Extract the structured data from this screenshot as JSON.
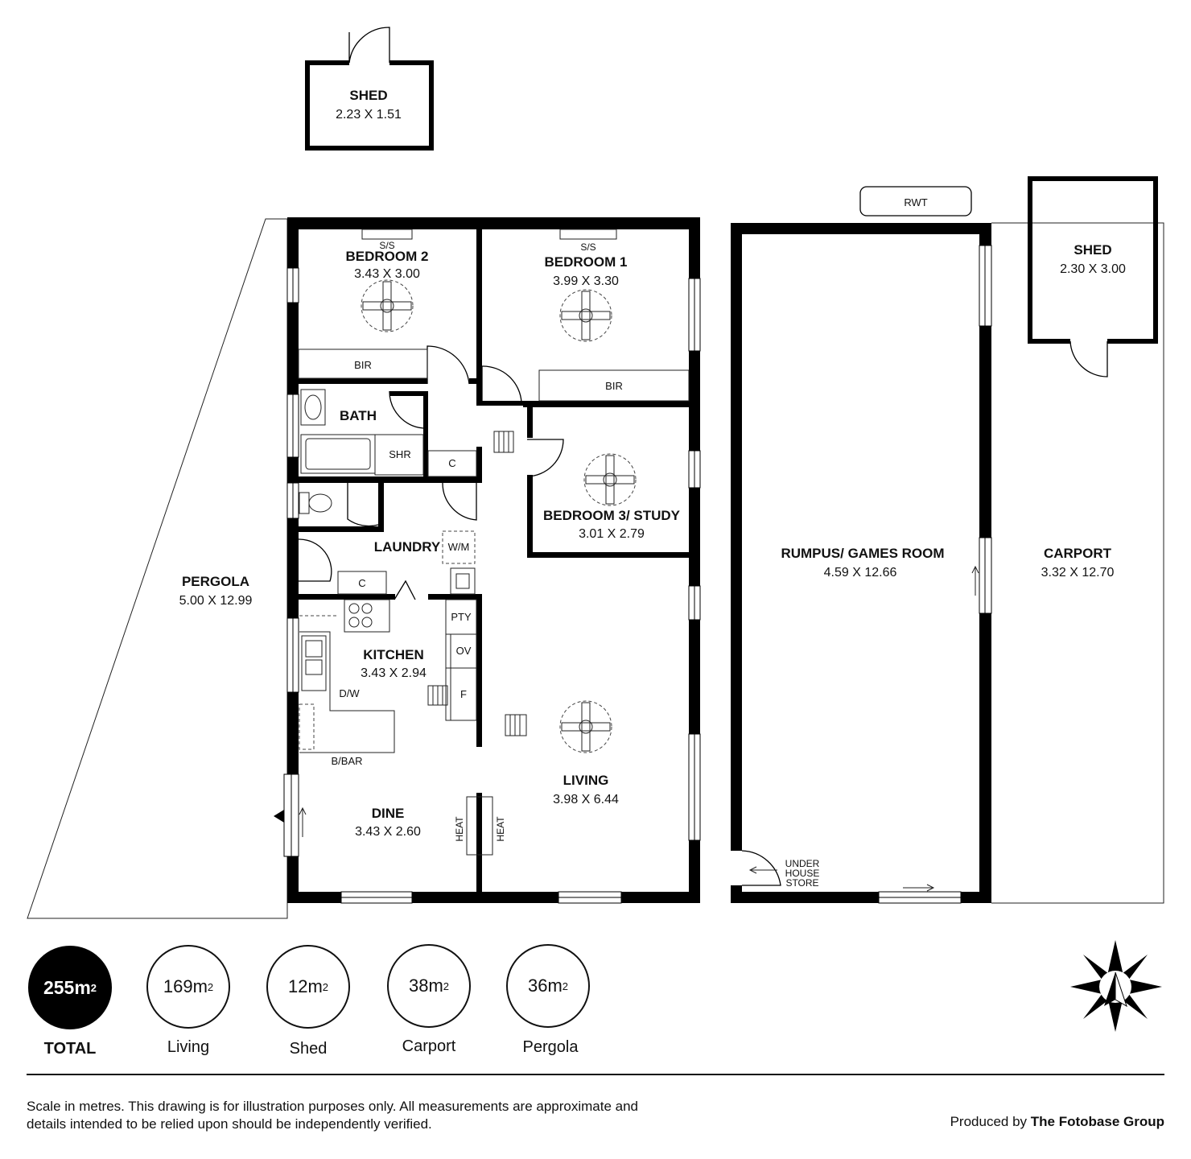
{
  "rooms": {
    "shed_top": {
      "name": "SHED",
      "dims": "2.23 X 1.51"
    },
    "bedroom2": {
      "name": "BEDROOM 2",
      "dims": "3.43 X 3.00"
    },
    "bedroom1": {
      "name": "BEDROOM 1",
      "dims": "3.99 X 3.30"
    },
    "bath": {
      "name": "BATH"
    },
    "bedroom3": {
      "name": "BEDROOM 3/ STUDY",
      "dims": "3.01 X 2.79"
    },
    "laundry": {
      "name": "LAUNDRY"
    },
    "kitchen": {
      "name": "KITCHEN",
      "dims": "3.43 X 2.94"
    },
    "dine": {
      "name": "DINE",
      "dims": "3.43 X 2.60"
    },
    "living": {
      "name": "LIVING",
      "dims": "3.98 X 6.44"
    },
    "pergola": {
      "name": "PERGOLA",
      "dims": "5.00 X 12.99"
    },
    "rumpus": {
      "name": "RUMPUS/ GAMES ROOM",
      "dims": "4.59 X 12.66"
    },
    "carport": {
      "name": "CARPORT",
      "dims": "3.32 X 12.70"
    },
    "shed_right": {
      "name": "SHED",
      "dims": "2.30 X 3.00"
    }
  },
  "fixtures": {
    "ss1": "S/S",
    "ss2": "S/S",
    "bir1": "BIR",
    "bir2": "BIR",
    "shr": "SHR",
    "c1": "C",
    "c2": "C",
    "wm": "W/M",
    "pty": "PTY",
    "ov": "OV",
    "f": "F",
    "dw": "D/W",
    "bbar": "B/BAR",
    "heat1": "HEAT",
    "heat2": "HEAT",
    "rwt": "RWT",
    "under1": "UNDER",
    "under2": "HOUSE",
    "under3": "STORE"
  },
  "compass": {
    "label": "N"
  },
  "legend": [
    {
      "value": "255m",
      "sup": "2",
      "label": "TOTAL"
    },
    {
      "value": "169m",
      "sup": "2",
      "label": "Living"
    },
    {
      "value": "12m",
      "sup": "2",
      "label": "Shed"
    },
    {
      "value": "38m",
      "sup": "2",
      "label": "Carport"
    },
    {
      "value": "36m",
      "sup": "2",
      "label": "Pergola"
    }
  ],
  "footer": {
    "disclaimer": "Scale in metres. This drawing is for illustration purposes only. All measurements are approximate and details intended to be relied upon should be independently verified.",
    "credit_prefix": "Produced by ",
    "credit_brand": "The Fotobase Group"
  }
}
